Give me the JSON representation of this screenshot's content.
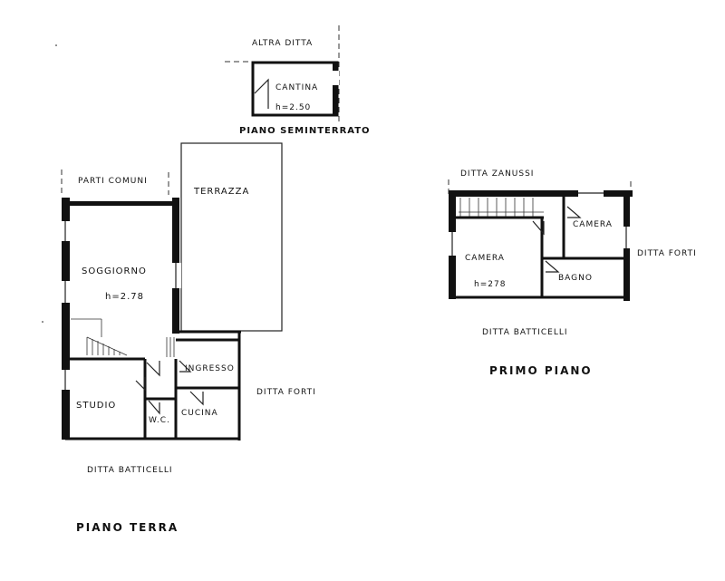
{
  "semiinterrato": {
    "neighbor_top": "ALTRA DITTA",
    "room_name": "CANTINA",
    "room_height": "h=2.50",
    "title": "PIANO SEMINTERRATO"
  },
  "piano_terra": {
    "neighbor_top": "PARTI COMUNI",
    "neighbor_right": "DITTA FORTI",
    "neighbor_bottom": "DITTA BATTICELLI",
    "rooms": {
      "terrazza": "TERRAZZA",
      "soggiorno": "SOGGIORNO",
      "soggiorno_height": "h=2.78",
      "ingresso": "INGRESSO",
      "studio": "STUDIO",
      "wc": "W.C.",
      "cucina": "CUCINA"
    },
    "title": "PIANO TERRA"
  },
  "primo_piano": {
    "neighbor_top": "DITTA ZANUSSI",
    "neighbor_right": "DITTA FORTI",
    "neighbor_bottom": "DITTA BATTICELLI",
    "rooms": {
      "camera_large": "CAMERA",
      "camera_large_height": "h=278",
      "camera_small": "CAMERA",
      "bagno": "BAGNO"
    },
    "title": "PRIMO PIANO"
  }
}
